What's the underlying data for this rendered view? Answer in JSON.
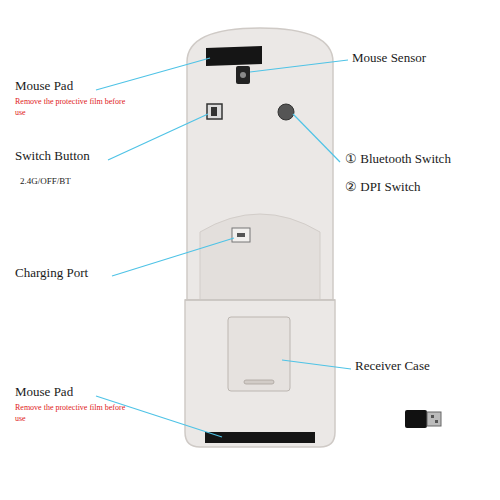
{
  "diagram": {
    "labels": [
      "Mouse Pad",
      "Remove the protective film before use",
      "Mouse Sensor",
      "Switch Button",
      "2.4G/OFF/BT",
      "① Bluetooth Switch",
      "② DPI Switch",
      "Charging Port",
      "Receiver Case",
      "Mouse Pad",
      "Remove the protective film before use"
    ]
  }
}
